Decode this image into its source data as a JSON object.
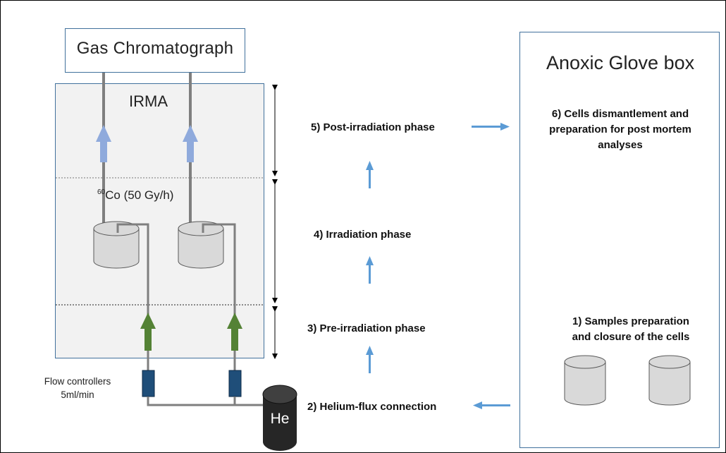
{
  "gas_chromatograph": {
    "label": "Gas  Chromatograph"
  },
  "irma": {
    "label": "IRMA",
    "source_label_sup": "60",
    "source_label_rest": "Co (50 Gy/h)"
  },
  "flow_controllers": {
    "line1": "Flow controllers",
    "line2": "5ml/min"
  },
  "helium": {
    "label": "He"
  },
  "glove_box": {
    "title": "Anoxic Glove box"
  },
  "steps": {
    "step1_line1": "1) Samples preparation",
    "step1_line2": "and closure of the cells",
    "step2": "2) Helium-flux connection",
    "step3": "3) Pre-irradiation phase",
    "step4": "4) Irradiation phase",
    "step5": "5) Post-irradiation phase",
    "step6_line1": "6) Cells dismantlement and",
    "step6_line2": "preparation for post mortem",
    "step6_line3": "analyses"
  },
  "colors": {
    "box_border": "#41719c",
    "irma_fill": "#f2f2f2",
    "pipe": "#7f7f7f",
    "arrow_up_light": "#8faadc",
    "arrow_up_green": "#548235",
    "arrow_step": "#5b9bd5",
    "controller": "#1f4e79",
    "cylinder_fill": "#d9d9d9",
    "helium_tank": "#262626"
  }
}
